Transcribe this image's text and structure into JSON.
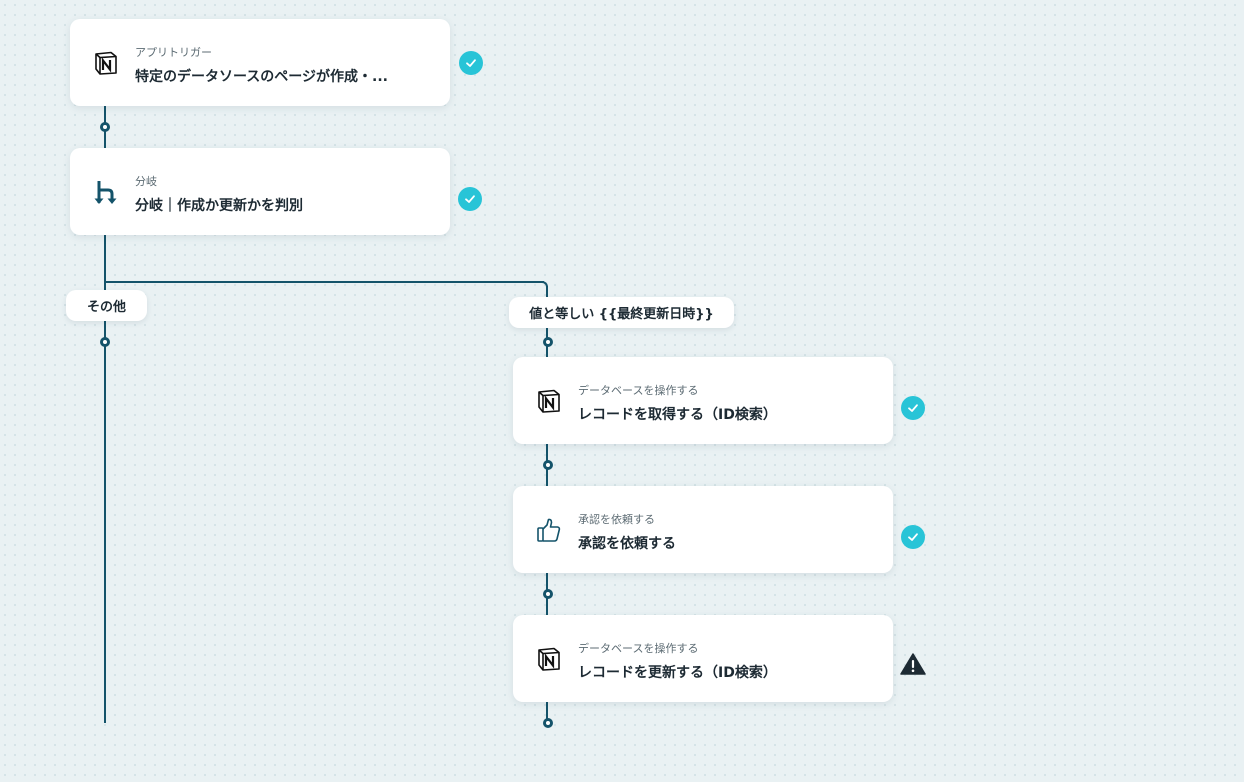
{
  "steps": [
    {
      "id": "trigger",
      "icon": "notion-icon",
      "subtitle": "アプリトリガー",
      "title": "特定のデータソースのページが作成・...",
      "status": "success"
    },
    {
      "id": "branch",
      "icon": "branch-icon",
      "subtitle": "分岐",
      "title": "分岐｜作成か更新かを判別",
      "status": "success"
    },
    {
      "id": "get-record",
      "icon": "notion-icon",
      "subtitle": "データベースを操作する",
      "title": "レコードを取得する（ID検索）",
      "status": "success"
    },
    {
      "id": "approval",
      "icon": "thumbs-up-icon",
      "subtitle": "承認を依頼する",
      "title": "承認を依頼する",
      "status": "success"
    },
    {
      "id": "update-record",
      "icon": "notion-icon",
      "subtitle": "データベースを操作する",
      "title": "レコードを更新する（ID検索）",
      "status": "warning"
    }
  ],
  "branches": {
    "other_label": "その他",
    "condition_label": "値と等しい {{最終更新日時}}"
  },
  "colors": {
    "line": "#14536a",
    "success": "#28c4d7",
    "warning": "#1d2a33",
    "background": "#e9f1f3"
  }
}
